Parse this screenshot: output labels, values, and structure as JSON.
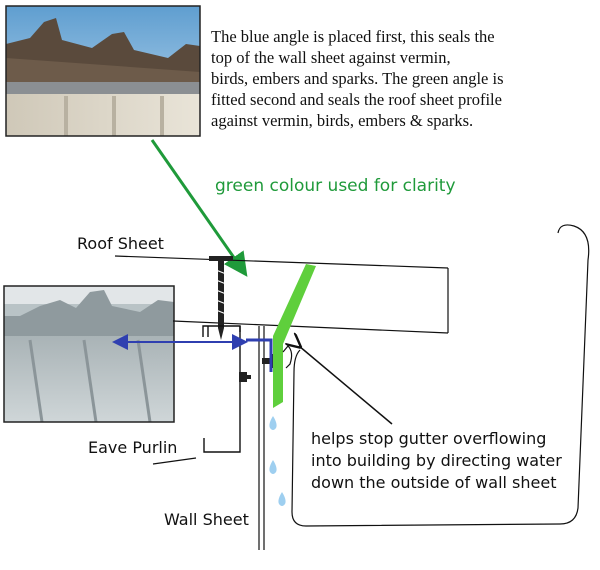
{
  "text": {
    "intro_lines": [
      "The blue angle is placed first, this seals the",
      "top of the wall sheet against vermin,",
      "birds, embers and sparks. The green angle is",
      "fitted second and seals the roof sheet profile",
      "against vermin, birds, embers & sparks."
    ],
    "green_note": "green colour used for clarity",
    "roof_sheet_label": "Roof Sheet",
    "eave_purlin_label": "Eave Purlin",
    "wall_sheet_label": "Wall Sheet",
    "overflow_lines": [
      "helps stop gutter overflowing",
      "into building by directing water",
      "down the outside of wall sheet"
    ]
  },
  "colors": {
    "blue_angle": "#2f3fb0",
    "green_angle": "#5fcf3c",
    "green_arrow": "#1f9a3a",
    "green_text": "#1f9a3a",
    "water_drops": "#9ecff0",
    "line": "#111111"
  }
}
